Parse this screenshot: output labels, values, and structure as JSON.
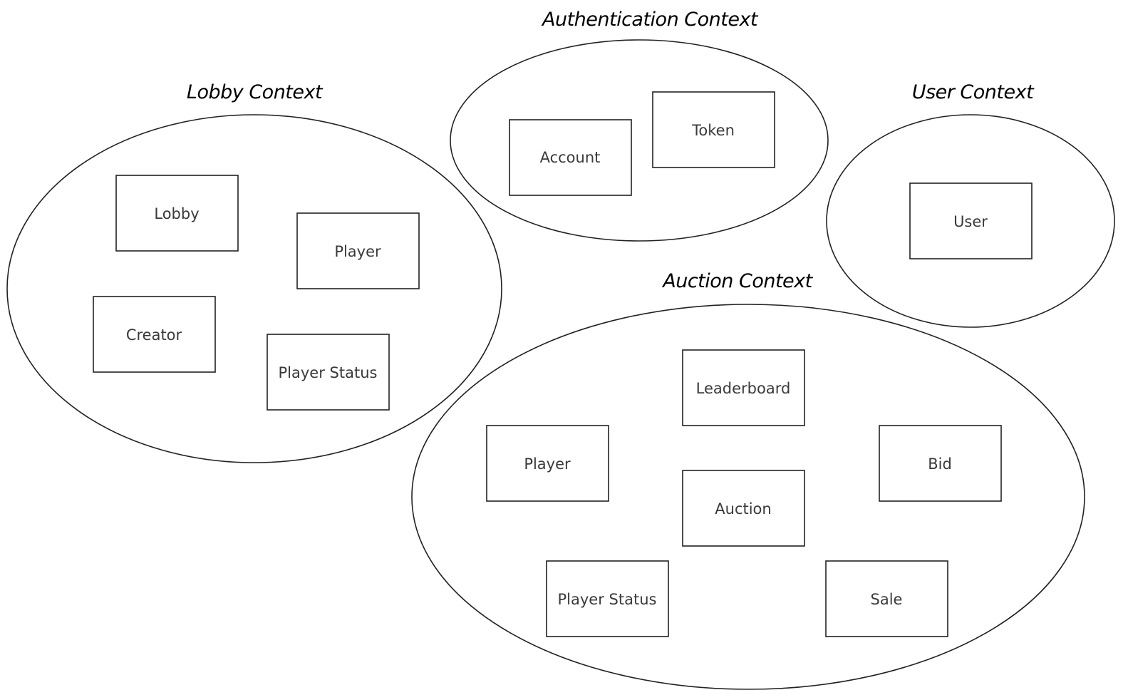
{
  "contexts": [
    {
      "id": "authentication",
      "title": "Authentication Context",
      "entities": [
        "Account",
        "Token"
      ]
    },
    {
      "id": "lobby",
      "title": "Lobby Context",
      "entities": [
        "Lobby",
        "Player",
        "Creator",
        "Player Status"
      ]
    },
    {
      "id": "user",
      "title": "User Context",
      "entities": [
        "User"
      ]
    },
    {
      "id": "auction",
      "title": "Auction Context",
      "entities": [
        "Leaderboard",
        "Player",
        "Bid",
        "Auction",
        "Player Status",
        "Sale"
      ]
    }
  ]
}
